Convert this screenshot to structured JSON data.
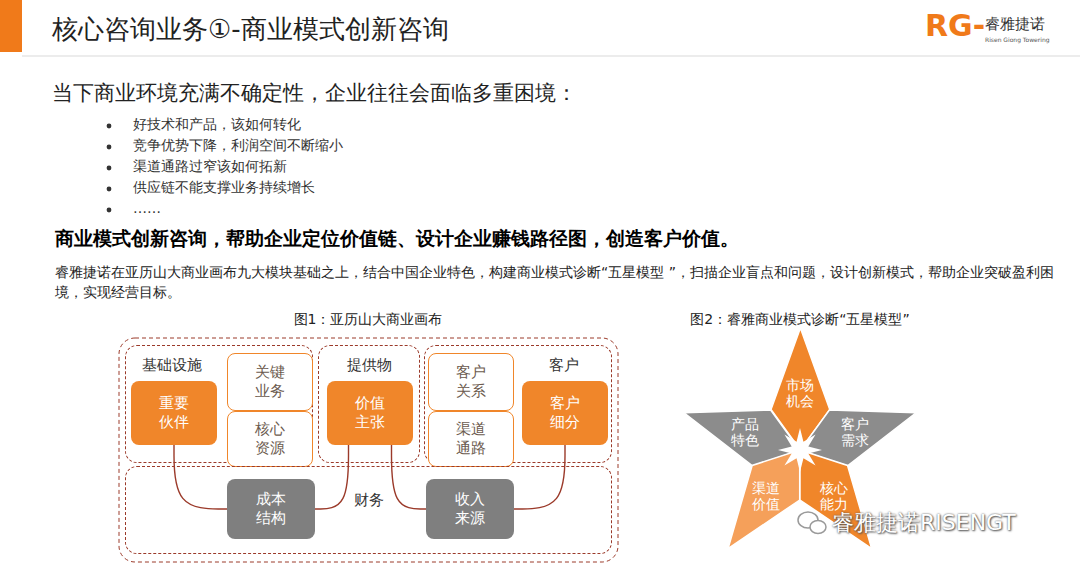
{
  "diagram": {
    "title": "核心咨询业务①-商业模式创新咨询",
    "nodes": [
      {
        "text": [
          "基础设施"
        ]
      },
      {
        "text": [
          "重要伙伴"
        ],
        "in": 0
      },
      {
        "text": [
          "关键业务"
        ],
        "in": 0
      },
      {
        "text": [
          "核心资源"
        ],
        "in": 0
      },
      {
        "text": [
          "提供物"
        ]
      },
      {
        "text": [
          "价值主张"
        ],
        "in": 4
      },
      {
        "text": [
          "客户"
        ]
      },
      {
        "text": [
          "客户关系"
        ],
        "in": 6
      },
      {
        "text": [
          "渠道通路"
        ],
        "in": 6
      },
      {
        "text": [
          "客户细分"
        ],
        "in": 6
      },
      {
        "text": [
          "财务"
        ]
      },
      {
        "text": [
          "成本结构"
        ],
        "in": 10
      },
      {
        "text": [
          "收入来源"
        ],
        "in": 10
      },
      {
        "text": [
          "市场机会"
        ]
      },
      {
        "text": [
          "产品特色"
        ]
      },
      {
        "text": [
          "客户需求"
        ]
      },
      {
        "text": [
          "渠道价值"
        ]
      },
      {
        "text": [
          "核心能力"
        ]
      }
    ],
    "edges": [
      {
        "from": 1,
        "to": 11,
        "arrow": "none"
      },
      {
        "from": 5,
        "to": 11,
        "arrow": "none"
      },
      {
        "from": 5,
        "to": 12,
        "arrow": "none"
      },
      {
        "from": 9,
        "to": 12,
        "arrow": "none"
      }
    ],
    "labels": [
      "RG-",
      "睿雅捷诺",
      "Risen Giong Towering",
      "当下商业环境充满不确定性，企业往往会面临多重困境：",
      "好技术和产品，该如何转化",
      "竞争优势下降，利润空间不断缩小",
      "渠道通路过窄该如何拓新",
      "供应链不能支撑业务持续增长",
      "……",
      "商业模式创新咨询，帮助企业定位价值链、设计企业赚钱路径图，创造客户价值。",
      "睿雅捷诺在亚历山大商业画布九大模块基础之上，结合中国企业特色，构建商业模式诊断“五星模型 ”，扫描企业盲点和问题，设计创新模式，帮助企业突破盈利困境，实现经营目标。",
      "图1：亚历山大商业画布",
      "图2：睿雅商业模式诊断“五星模型”",
      "睿雅捷诺RISENGT"
    ]
  }
}
